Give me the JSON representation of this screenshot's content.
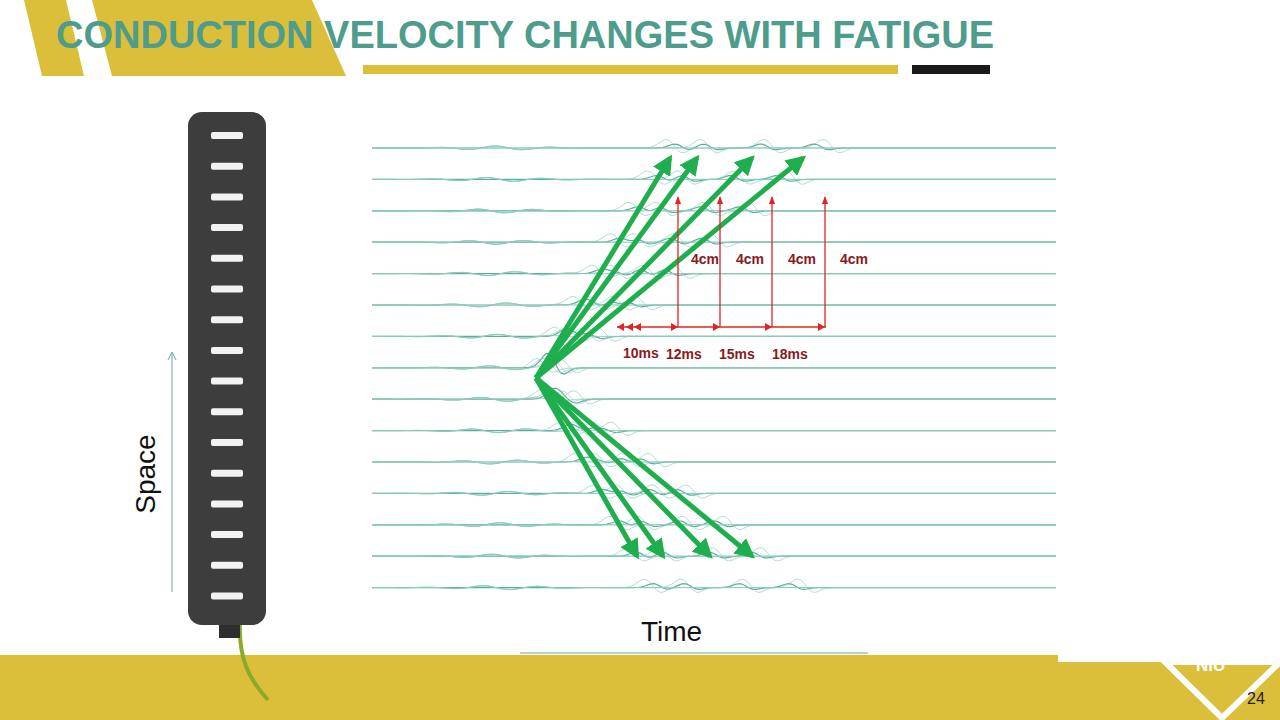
{
  "diagram": {
    "title": "CONDUCTION VELOCITY CHANGES WITH FATIGUE",
    "labels": [
      "4cm",
      "4cm",
      "4cm",
      "4cm",
      "10ms",
      "12ms",
      "15ms",
      "18ms",
      "Space",
      "Time",
      "NIU",
      "24"
    ]
  }
}
